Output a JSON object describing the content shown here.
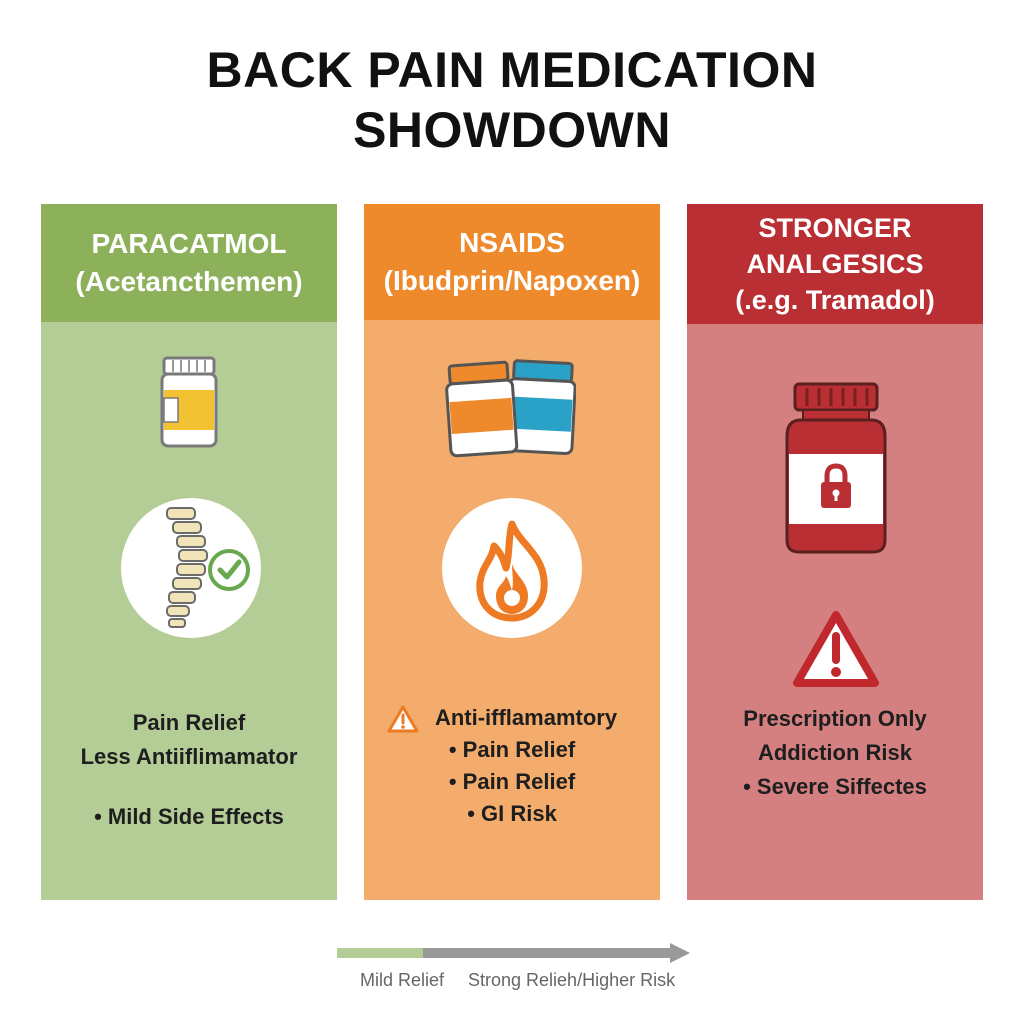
{
  "title": {
    "line1": "BACK PAIN MEDICATION",
    "line2": "SHOWDOWN"
  },
  "colors": {
    "green_header": "#8db15b",
    "green_body": "#b4cc96",
    "orange_header": "#ee8a2c",
    "orange_body": "#f3ac6b",
    "red_header": "#b92f33",
    "red_body": "#d48080"
  },
  "panels": [
    {
      "header": [
        "PARACATMOL",
        "(Acetancthemen)"
      ],
      "icons": [
        "pill-bottle-icon",
        "spine-check-icon"
      ],
      "bullets": [
        "Pain Relief",
        "Less Antiiflimamator",
        "• Mild Side Effects"
      ]
    },
    {
      "header": [
        "NSAIDS",
        "(Ibudprin/Napoxen)"
      ],
      "icons": [
        "pill-bottles-icon",
        "flame-icon",
        "warning-icon"
      ],
      "bullets": [
        "Anti-ifflamamtory",
        "• Pain Relief",
        "• Pain Relief",
        "• GI Risk"
      ]
    },
    {
      "header": [
        "STRONGER",
        "ANALGESICS",
        "(.e.g. Tramadol)"
      ],
      "icons": [
        "locked-bottle-icon",
        "warning-icon"
      ],
      "bullets": [
        "Prescription Only",
        "Addiction Risk",
        "• Severe Siffectes"
      ]
    }
  ],
  "scale": {
    "mild_label": "Mild Relief",
    "strong_label": "Strong Relieh/Higher Risk"
  }
}
